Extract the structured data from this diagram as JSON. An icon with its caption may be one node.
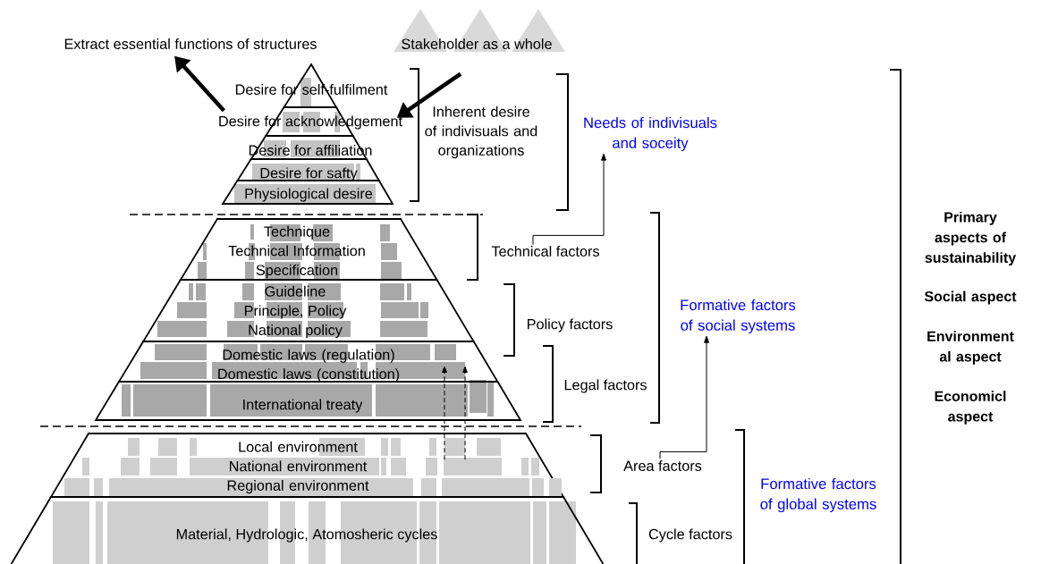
{
  "diagram": {
    "nodes": [
      {
        "text": [
          "Extract essential functions of structures"
        ]
      },
      {
        "text": [
          "Stakeholder as a whole"
        ]
      },
      {
        "text": [
          "Desire for self-fulfilment"
        ]
      },
      {
        "text": [
          "Desire for acknowledgement"
        ]
      },
      {
        "text": [
          "Desire for affiliation"
        ]
      },
      {
        "text": [
          "Desire for safty"
        ]
      },
      {
        "text": [
          "Physiological desire"
        ]
      },
      {
        "text": [
          "Technique",
          "Technical Information",
          "Specification"
        ]
      },
      {
        "text": [
          "Guideline",
          "Principle, Policy",
          "National policy"
        ]
      },
      {
        "text": [
          "Domestic laws (regulation)",
          "Domestic laws (constitution)"
        ]
      },
      {
        "text": [
          "International treaty"
        ]
      },
      {
        "text": [
          "Local environment",
          "National environment",
          "Regional environment"
        ]
      },
      {
        "text": [
          "Material, Hydrologic, Atomosheric cycles"
        ]
      },
      {
        "text": [
          "Needs of indivisuals and soceity"
        ]
      },
      {
        "text": [
          "Technical factors"
        ]
      },
      {
        "text": [
          "Formative factors of social systems"
        ]
      },
      {
        "text": [
          "Area factors"
        ]
      }
    ],
    "edges": [
      {
        "from": 3,
        "to": 0,
        "arrow": "to",
        "style": "thick"
      },
      {
        "from": 1,
        "to": 3,
        "arrow": "to",
        "style": "thick"
      },
      {
        "from": 14,
        "to": 13,
        "arrow": "to"
      },
      {
        "from": 16,
        "to": 15,
        "arrow": "to"
      },
      {
        "from": 11,
        "to": 9,
        "arrow": "to",
        "style": "dashed"
      },
      {
        "from": 11,
        "to": 9,
        "arrow": "to",
        "style": "dashed"
      }
    ],
    "labels": [
      "Inherent desire of indivisuals and organizations",
      "Policy factors",
      "Legal factors",
      "Cycle factors",
      "Formative factors of global systems",
      "Primary aspects of sustainability",
      "Social aspect",
      "Environment al aspect",
      "Economicl aspect"
    ]
  }
}
